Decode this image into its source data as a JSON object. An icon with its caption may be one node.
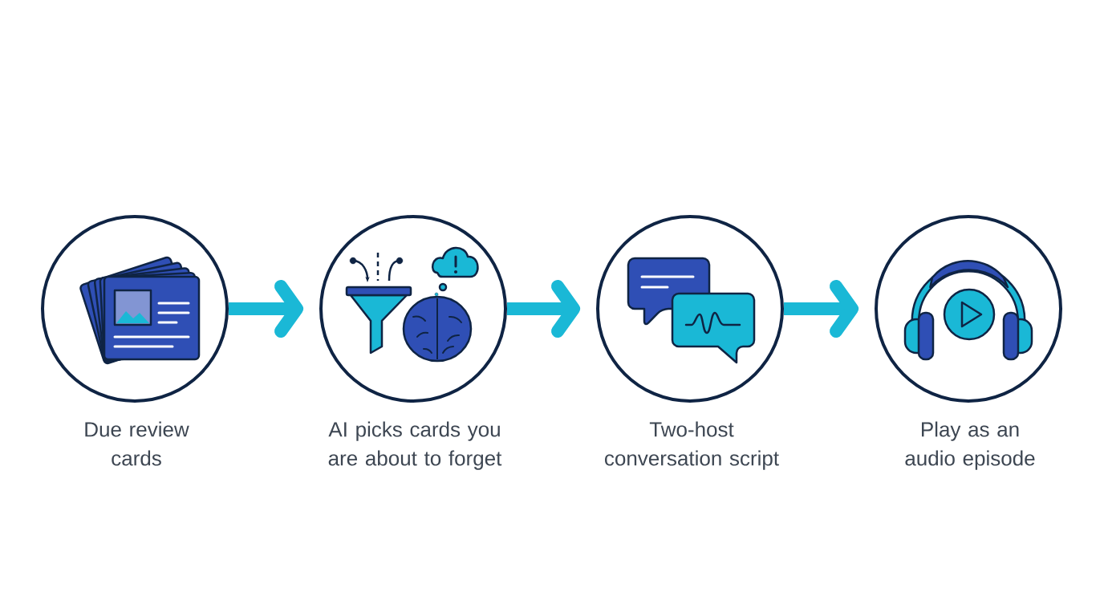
{
  "diagram": {
    "nodes": [
      {
        "text": [
          "Due review cards"
        ]
      },
      {
        "text": [
          "AI picks cards you are about to forget"
        ]
      },
      {
        "text": [
          "Two-host conversation script"
        ]
      },
      {
        "text": [
          "Play as an audio episode"
        ]
      }
    ],
    "edges": [
      {
        "from": 0,
        "to": 1,
        "arrow": "to"
      },
      {
        "from": 1,
        "to": 2,
        "arrow": "to"
      },
      {
        "from": 2,
        "to": 3,
        "arrow": "to"
      }
    ]
  }
}
